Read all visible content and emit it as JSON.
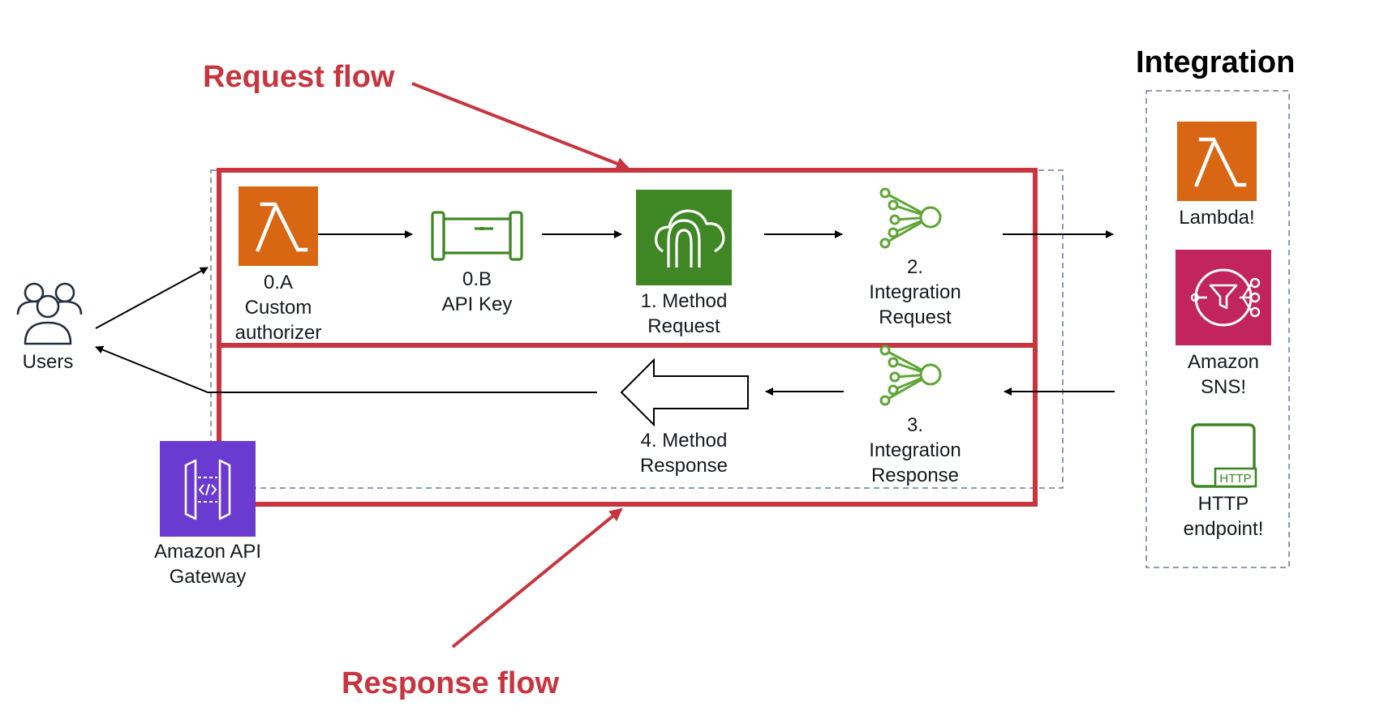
{
  "colors": {
    "accent_red": "#c7353f",
    "lambda_orange": "#d86613",
    "green": "#3f8624",
    "green_light": "#5fa536",
    "sns_pink": "#c1255c",
    "apigw_purple": "#6b3ad0",
    "dashed_border": "#6d7a99",
    "dark": "#16191f"
  },
  "titles": {
    "request_flow": "Request flow",
    "response_flow": "Response flow",
    "integration": "Integration"
  },
  "nodes": {
    "users": {
      "label": "Users",
      "icon": "users-icon"
    },
    "custom_authorizer": {
      "lines": [
        "0.A",
        "Custom",
        "authorizer"
      ],
      "icon": "lambda-icon"
    },
    "api_key": {
      "lines": [
        "0.B",
        "API Key"
      ],
      "icon": "api-key-pipe-icon"
    },
    "method_request": {
      "lines": [
        "1. Method",
        "Request"
      ],
      "icon": "method-request-icon"
    },
    "integration_request": {
      "lines": [
        "2.",
        "Integration",
        "Request"
      ],
      "icon": "integration-request-icon"
    },
    "integration_response": {
      "lines": [
        "3.",
        "Integration",
        "Response"
      ],
      "icon": "integration-response-icon"
    },
    "method_response": {
      "lines": [
        "4. Method",
        "Response"
      ],
      "icon": "big-left-arrow-icon"
    },
    "api_gateway": {
      "lines": [
        "Amazon API",
        "Gateway"
      ],
      "icon": "api-gateway-icon"
    }
  },
  "integrations": {
    "lambda": {
      "label": "Lambda!",
      "icon": "lambda-icon"
    },
    "sns": {
      "lines": [
        "Amazon",
        "SNS!"
      ],
      "icon": "sns-icon"
    },
    "http": {
      "lines": [
        "HTTP",
        "endpoint!"
      ],
      "icon": "http-endpoint-icon",
      "badge": "HTTP"
    }
  }
}
